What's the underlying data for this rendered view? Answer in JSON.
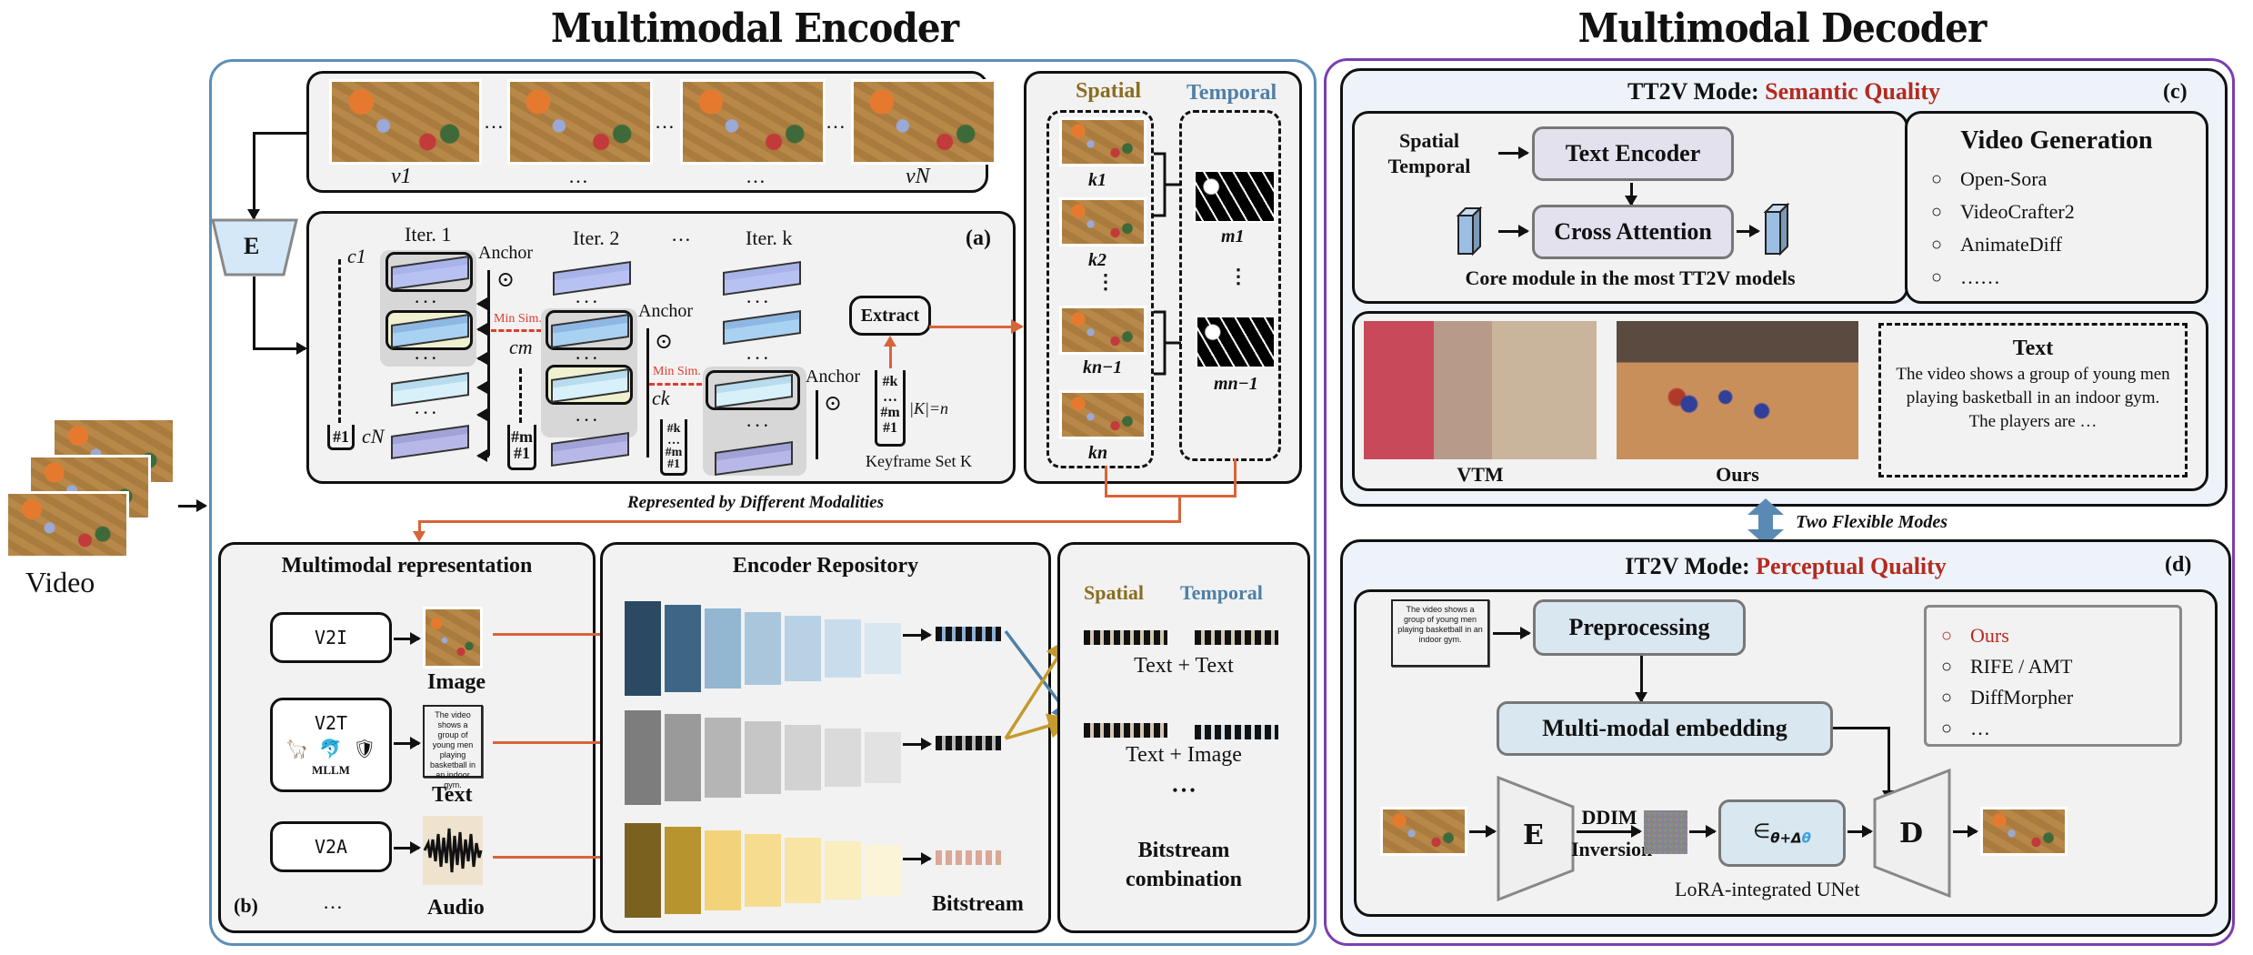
{
  "titles": {
    "encoder": "Multimodal Encoder",
    "decoder": "Multimodal Decoder"
  },
  "colors": {
    "encoder_border": "#5b8fb9",
    "decoder_border": "#7b3fb0",
    "spatial": "#8a6d1f",
    "temporal": "#4f7fa6",
    "accent_red": "#b52a1f",
    "orange_arrow": "#d8643a",
    "min_sim": "#e03b2c"
  },
  "input": {
    "label": "Video"
  },
  "frames": {
    "labels": [
      "v1",
      "…",
      "…",
      "vN"
    ],
    "separator": "…"
  },
  "encoder_block": {
    "label": "E"
  },
  "panel_a": {
    "tag": "(a)",
    "iterations": [
      "Iter. 1",
      "Iter. 2",
      "Iter. k"
    ],
    "iter_ellipsis": "…",
    "anchor_label": "Anchor",
    "min_sim_label": "Min Sim.",
    "cluster_labels": {
      "c1": "c1",
      "cm": "cm",
      "ck": "ck",
      "cN": "cN"
    },
    "stacks": [
      [
        "#1"
      ],
      [
        "#m",
        "#1"
      ],
      [
        "#k",
        "…",
        "#m",
        "#1"
      ],
      [
        "#k",
        "…",
        "#m",
        "#1"
      ]
    ],
    "extract_label": "Extract",
    "set_size": "|K|=n",
    "keyframe_set_label": "Keyframe Set K"
  },
  "keyframes": {
    "spatial_title": "Spatial",
    "temporal_title": "Temporal",
    "spatial_labels": [
      "k1",
      "k2",
      "⋮",
      "kn−1",
      "kn"
    ],
    "temporal_labels": [
      "m1",
      "⋮",
      "mn−1"
    ]
  },
  "represented_label": "Represented by Different Modalities",
  "panel_b": {
    "tag": "(b)",
    "title": "Multimodal representation",
    "rows": [
      {
        "method": "V2I",
        "output": "Image"
      },
      {
        "method": "V2T",
        "sub": "MLLM",
        "output": "Text"
      },
      {
        "method": "V2A",
        "output": "Audio"
      }
    ],
    "more": "…",
    "caption_text": "The video shows a group of young men playing basketball in an indoor gym."
  },
  "repository": {
    "title": "Encoder Repository",
    "bitstream_label": "Bitstream"
  },
  "combination": {
    "spatial_title": "Spatial",
    "temporal_title": "Temporal",
    "combos": [
      "Text + Text",
      "Text + Image"
    ],
    "more": "• • •",
    "title_line1": "Bitstream",
    "title_line2": "combination"
  },
  "panel_c": {
    "tag": "(c)",
    "title_prefix": "TT2V Mode: ",
    "title_highlight": "Semantic Quality",
    "inputs_line1": "Spatial",
    "inputs_line2": "Temporal",
    "text_encoder": "Text Encoder",
    "cross_attention": "Cross Attention",
    "core_caption": "Core module in the most TT2V models",
    "video_gen_title": "Video Generation",
    "video_gen_items": [
      "Open-Sora",
      "VideoCrafter2",
      "AnimateDiff",
      "……"
    ],
    "compare_labels": [
      "VTM",
      "Ours"
    ],
    "text_box_title": "Text",
    "text_box_body": "The video shows a group of young men playing basketball in an indoor gym. The players are …"
  },
  "modes_label": "Two Flexible Modes",
  "panel_d": {
    "tag": "(d)",
    "title_prefix": "IT2V Mode: ",
    "title_highlight": "Perceptual Quality",
    "caption_text": "The video shows a group of young men playing basketball in an indoor gym.",
    "preprocessing": "Preprocessing",
    "embedding": "Multi-modal embedding",
    "encoder": "E",
    "decoder": "D",
    "ddim_line1": "DDIM",
    "ddim_line2": "Inversion",
    "unet_symbol": "∈θ+Δθ",
    "unet_caption": "LoRA-integrated UNet",
    "methods": [
      "Ours",
      "RIFE / AMT",
      "DiffMorpher",
      "…"
    ]
  }
}
